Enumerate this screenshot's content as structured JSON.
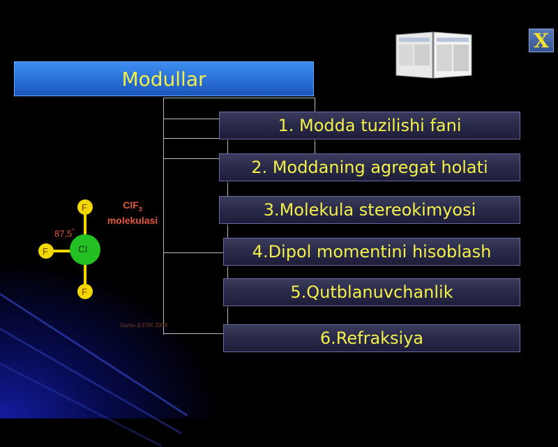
{
  "header": {
    "title": "Modullar"
  },
  "close_button": {
    "label": "X"
  },
  "modules": [
    {
      "label": "1. Modda tuzilishi fani"
    },
    {
      "label": "2. Moddaning agregat holati"
    },
    {
      "label": "3.Molekula stereokimyosi"
    },
    {
      "label": "4.Dipol momentini hisoblash"
    },
    {
      "label": "5.Qutblanuvchanlik"
    },
    {
      "label": "6.Refraksiya"
    }
  ],
  "molecule": {
    "title_main": "ClF",
    "title_sub": "3",
    "title_line2": "molekulasi",
    "angle": "87,5",
    "angle_unit": "°",
    "center_atom": "Cl",
    "atom_top": "F",
    "atom_left": "F",
    "atom_bottom": "F",
    "credit": "Gurbu & ESK 2006"
  },
  "colors": {
    "accent_yellow": "#f4f04a",
    "title_blue": "#2c74dc",
    "button_dark": "#29294a",
    "chlorine_green": "#22c022",
    "fluorine_yellow": "#f0d800"
  }
}
